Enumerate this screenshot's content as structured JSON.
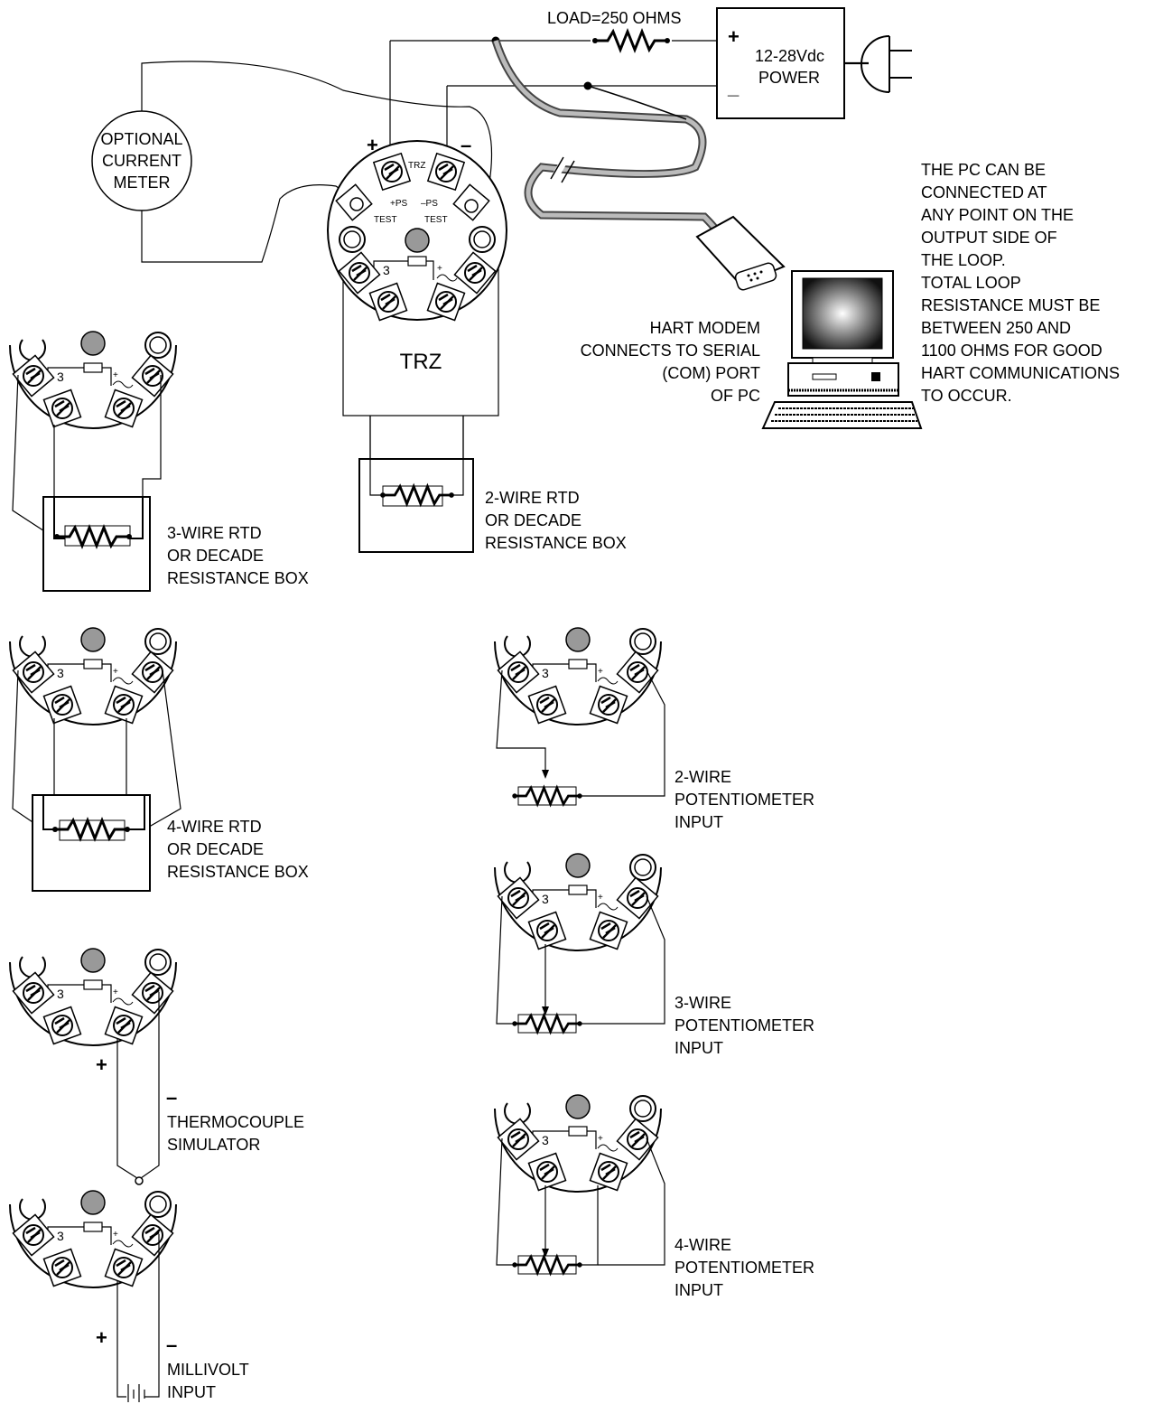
{
  "labels": {
    "load": "LOAD=250 OHMS",
    "supply_plus": "+",
    "supply_minus": "_",
    "supply_voltage": "12-28Vdc",
    "supply_name": "POWER",
    "meter": [
      "OPTIONAL",
      "CURRENT",
      "METER"
    ],
    "loop_plus": "+",
    "loop_minus": "–",
    "module_tag": "TRZ",
    "term_ps_plus": "+PS",
    "term_ps_minus": "–PS",
    "test_left": "TEST",
    "test_right": "TEST",
    "terminal_3": "3",
    "main_name": "TRZ",
    "pc_note": [
      "THE PC CAN BE",
      "CONNECTED AT",
      "ANY POINT ON THE",
      "OUTPUT SIDE OF",
      "THE LOOP.",
      "TOTAL LOOP",
      "RESISTANCE MUST BE",
      "BETWEEN 250 AND",
      "1100 OHMS FOR GOOD",
      "HART COMMUNICATIONS",
      "TO OCCUR."
    ],
    "modem_note": [
      "HART MODEM",
      "CONNECTS TO SERIAL",
      "(COM) PORT",
      "OF PC"
    ],
    "rtd2": [
      "2-WIRE RTD",
      "OR DECADE",
      "RESISTANCE BOX"
    ],
    "rtd3": [
      "3-WIRE RTD",
      "OR DECADE",
      "RESISTANCE BOX"
    ],
    "rtd4": [
      "4-WIRE RTD",
      "OR DECADE",
      "RESISTANCE BOX"
    ],
    "pot2": [
      "2-WIRE",
      "POTENTIOMETER",
      "INPUT"
    ],
    "pot3": [
      "3-WIRE",
      "POTENTIOMETER",
      "INPUT"
    ],
    "pot4": [
      "4-WIRE",
      "POTENTIOMETER",
      "INPUT"
    ],
    "tc_plus": "+",
    "tc_minus": "–",
    "tc": [
      "THERMOCOUPLE",
      "SIMULATOR"
    ],
    "mv_plus": "+",
    "mv_minus": "–",
    "mv": [
      "MILLIVOLT",
      "INPUT"
    ]
  }
}
